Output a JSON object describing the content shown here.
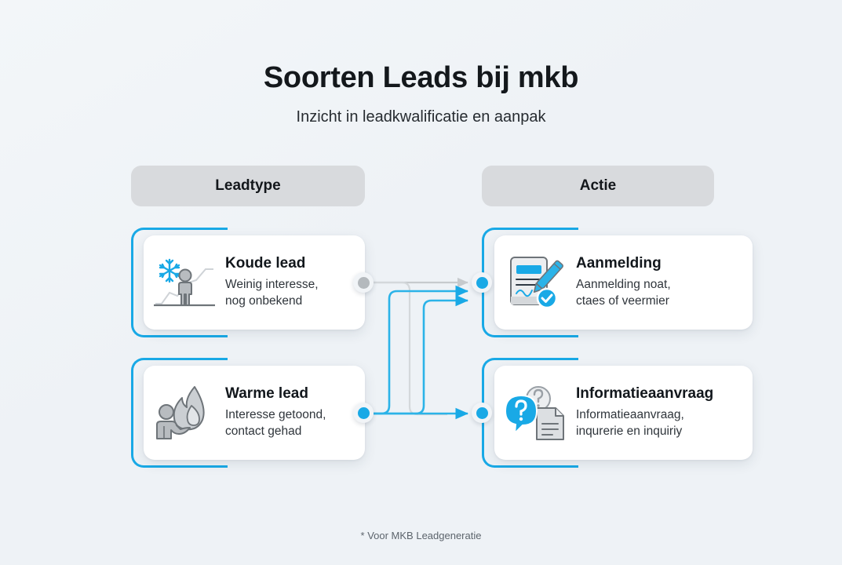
{
  "header": {
    "title": "Soorten Leads bij mkb",
    "subtitle": "Inzicht in leadkwalificatie en aanpak"
  },
  "columns": {
    "left_label": "Leadtype",
    "right_label": "Actie"
  },
  "colors": {
    "accent_blue": "#19a9e6",
    "background": "#eef2f6",
    "pill_gray": "#d8dadd",
    "card_white": "#ffffff",
    "muted_gray": "#b4b9bd",
    "text_dark": "#12171c"
  },
  "leadtypes": [
    {
      "id": "koude-lead",
      "title": "Koude lead",
      "description": "Weinig interesse,\nnog onbekend",
      "icon": "snowflake-person-icon",
      "connector": "gray"
    },
    {
      "id": "warme-lead",
      "title": "Warme lead",
      "description": "Interesse getoond,\ncontact gehad",
      "icon": "flame-person-icon",
      "connector": "blue"
    }
  ],
  "actions": [
    {
      "id": "aanmelding",
      "title": "Aanmelding",
      "description": "Aanmelding noat,\nctaes of veermier",
      "icon": "document-pencil-check-icon",
      "connector": "blue"
    },
    {
      "id": "informatieaanvraag",
      "title": "Informatieaanvraag",
      "description": "Informatieaanvraag,\ninqurerie en inquiriy",
      "icon": "question-bubble-document-icon",
      "connector": "blue"
    }
  ],
  "footnote": "* Voor MKB Leadgeneratie"
}
